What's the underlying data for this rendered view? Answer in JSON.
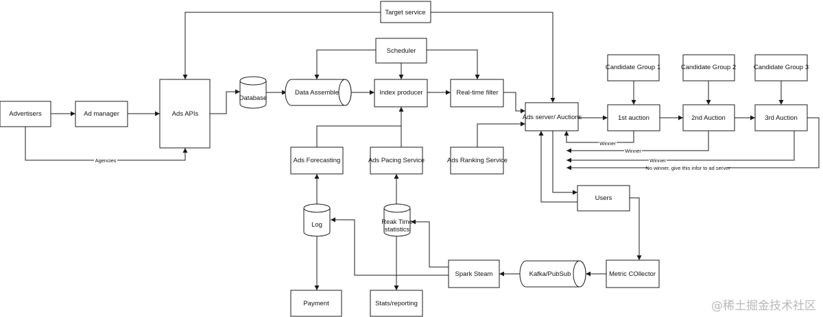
{
  "nodes": {
    "target_service": "Target service",
    "scheduler": "Scheduler",
    "advertisers": "Advertisers",
    "ad_manager": "Ad manager",
    "ads_apis": "Ads APIs",
    "database": "Database",
    "data_assemble": "Data Assemble",
    "index_producer": "Index producer",
    "realtime_filter": "Real-time filter",
    "ads_server": "Ads server/ Auctions",
    "candidate_group_1": "Candidate Group 1",
    "candidate_group_2": "Candidate Group 2",
    "candidate_group_3": "Candidate Group 3",
    "auction_1": "1st auction",
    "auction_2": "2nd Auction",
    "auction_3": "3rd Auction",
    "ads_forecasting": "Ads Forecasting",
    "ads_pacing": "Ads Pacing Service",
    "ads_ranking": "Ads Ranking Service",
    "users": "Users",
    "log": "Log",
    "realtime_stats_line1": "Reak Time",
    "realtime_stats_line2": "statistics",
    "spark_steam": "Spark Steam",
    "kafka": "Kafka/PubSub",
    "metric_collector": "Metric COllector",
    "payment": "Payment",
    "stats_reporting": "Stats/reporting"
  },
  "edge_labels": {
    "agencies": "Agencies",
    "winner_1": "Winner",
    "winner_2": "Winner",
    "winner_3": "Winner",
    "no_winner": "No winner, give this infor to ad server"
  },
  "watermark": "@稀土掘金技术社区",
  "colors": {
    "stroke": "#1a1a1a",
    "text": "#111111",
    "background": "#ffffff",
    "watermark": "#b8b8b8"
  }
}
